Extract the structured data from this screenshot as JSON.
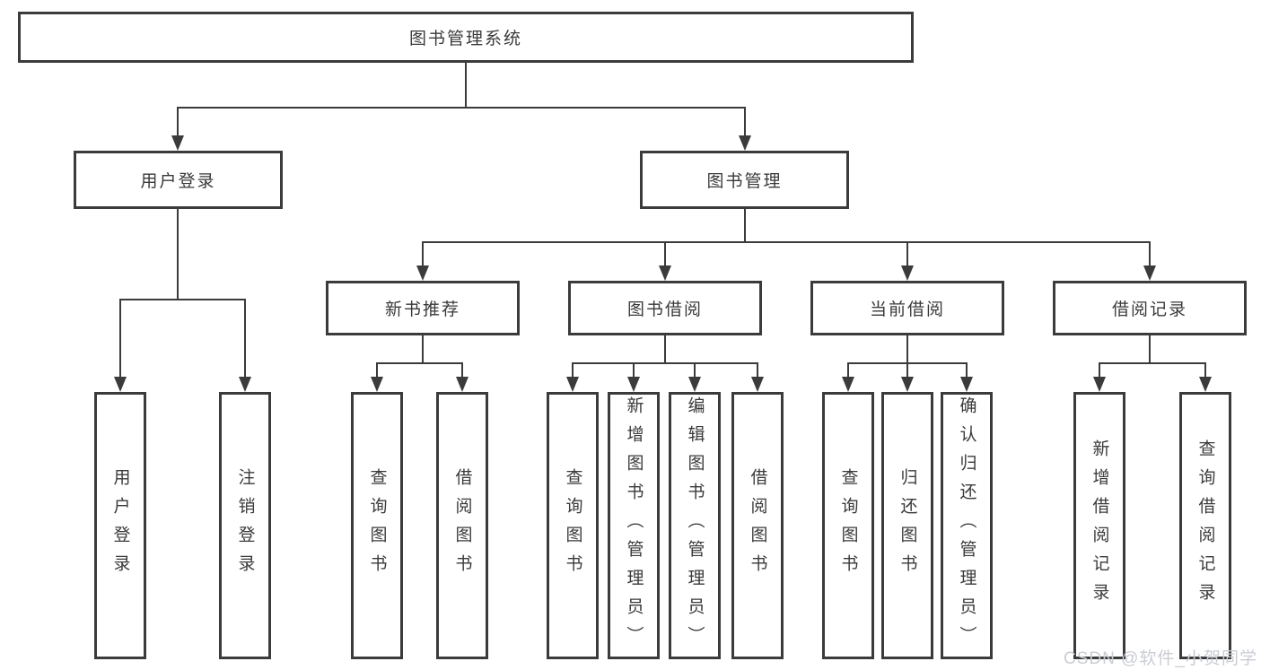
{
  "diagram": {
    "root": {
      "label": "图书管理系统"
    },
    "branches": [
      {
        "label": "用户登录",
        "children": [
          {
            "label": "用户登录"
          },
          {
            "label": "注销登录"
          }
        ]
      },
      {
        "label": "图书管理",
        "children": [
          {
            "label": "新书推荐",
            "children": [
              {
                "label": "查询图书"
              },
              {
                "label": "借阅图书"
              }
            ]
          },
          {
            "label": "图书借阅",
            "children": [
              {
                "label": "查询图书"
              },
              {
                "label": "新增图书（管理员）"
              },
              {
                "label": "编辑图书（管理员）"
              },
              {
                "label": "借阅图书"
              }
            ]
          },
          {
            "label": "当前借阅",
            "children": [
              {
                "label": "查询图书"
              },
              {
                "label": "归还图书"
              },
              {
                "label": "确认归还（管理员）"
              }
            ]
          },
          {
            "label": "借阅记录",
            "children": [
              {
                "label": "新增借阅记录"
              },
              {
                "label": "查询借阅记录"
              }
            ]
          }
        ]
      }
    ],
    "watermark": "CSDN @软件_小贺同学"
  },
  "colors": {
    "line": "#3b3b3b",
    "text": "#3a3a3a",
    "watermark": "#cbcdd5",
    "background": "#ffffff"
  }
}
